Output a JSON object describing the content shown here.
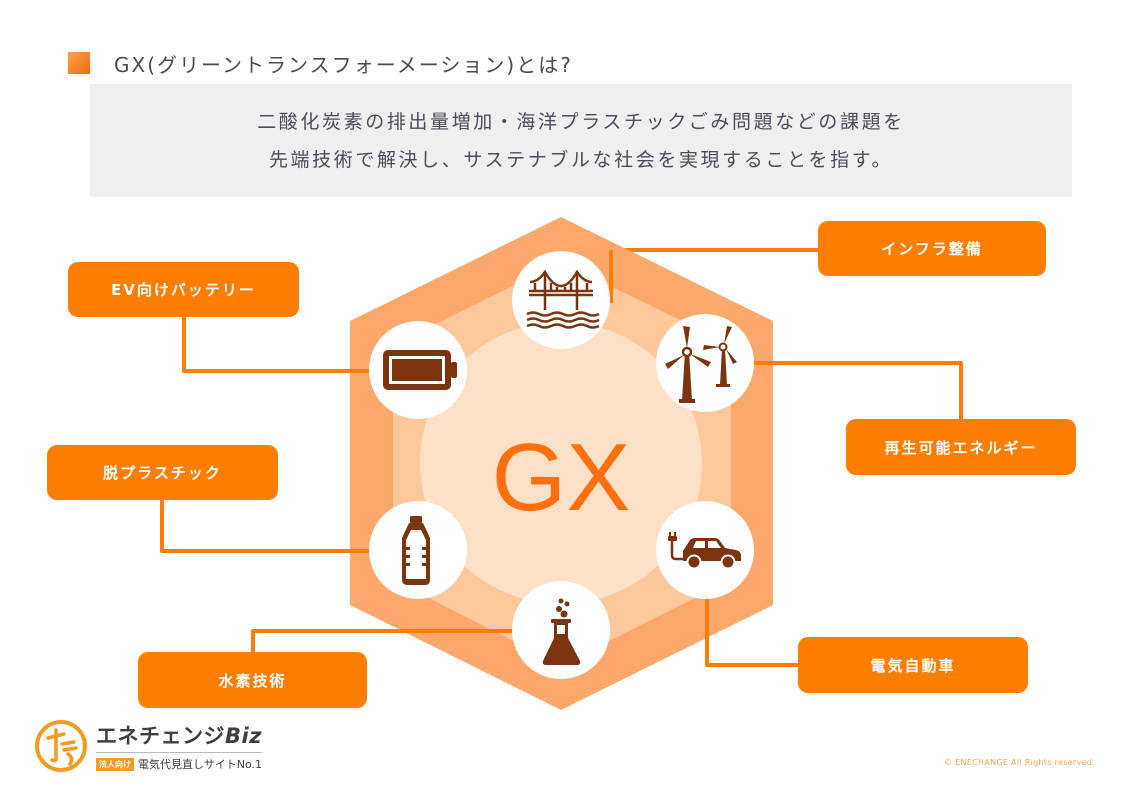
{
  "heading": {
    "title": "GX(グリーントランスフォーメーション)とは?"
  },
  "summary": {
    "lines": [
      "二酸化炭素の排出量増加・海洋プラスチックごみ問題などの課題を",
      "先端技術で解決し、サステナブルな社会を実現することを指す。"
    ]
  },
  "center": {
    "label": "GX"
  },
  "colors": {
    "accent": "#ff7d00",
    "hex_outer": "#fca76c",
    "hex_middle": "#fdc89b",
    "hex_inner": "#fee0c6",
    "center_text": "#ff6f0d",
    "icon": "#7a3510"
  },
  "items": [
    {
      "label": "EV向けバッテリー",
      "icon": "battery-icon"
    },
    {
      "label": "インフラ整備",
      "icon": "bridge-icon"
    },
    {
      "label": "再生可能エネルギー",
      "icon": "wind-turbine-icon"
    },
    {
      "label": "脱プラスチック",
      "icon": "plastic-bottle-icon"
    },
    {
      "label": "電気自動車",
      "icon": "electric-car-icon"
    },
    {
      "label": "水素技術",
      "icon": "flask-icon"
    }
  ],
  "footer": {
    "brand_name": "エネチェンジ",
    "brand_suffix": "Biz",
    "badge": "法人向け",
    "tagline": "電気代見直しサイトNo.1",
    "copyright": "© ENECHANGE  All Rights reserved."
  }
}
